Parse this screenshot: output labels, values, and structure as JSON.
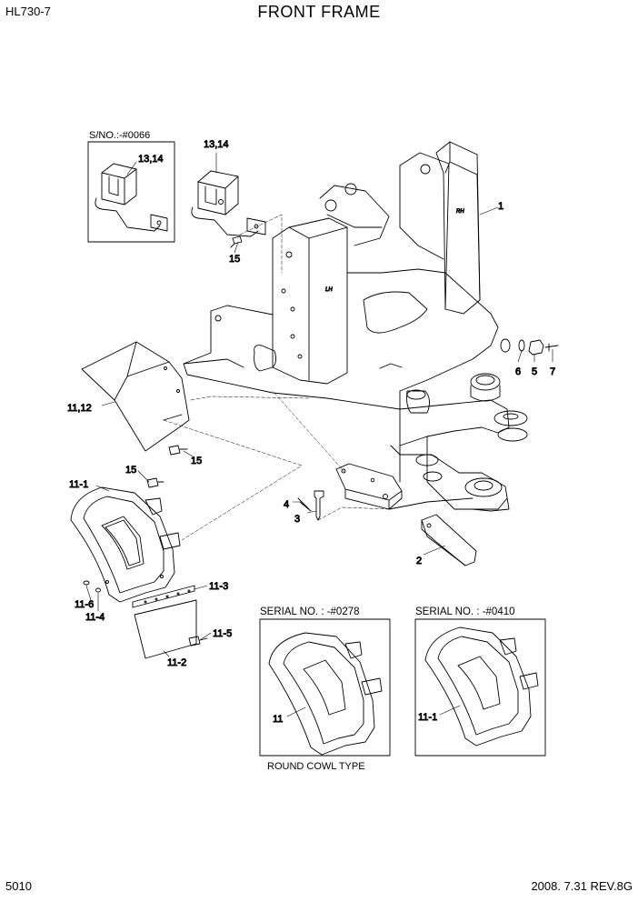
{
  "header": {
    "model": "HL730-7",
    "title": "FRONT FRAME"
  },
  "footer": {
    "page_number": "5010",
    "revision": "2008. 7.31  REV.8G"
  },
  "insets": {
    "serial_inset_label": "S/NO.:-#0066",
    "round_cowl_serial": "SERIAL NO. : -#0278",
    "right_cowl_serial": "SERIAL NO. : -#0410",
    "round_cowl_caption": "ROUND COWL TYPE"
  },
  "frame_marks": {
    "rh": "RH",
    "lh": "LH"
  },
  "callouts": {
    "c1": "1",
    "c2": "2",
    "c3": "3",
    "c4": "4",
    "c5": "5",
    "c6": "6",
    "c7": "7",
    "c13a": "13,14",
    "c13b": "13,14",
    "c15a": "15",
    "c15b": "15",
    "c15c": "15",
    "c11_12": "11,12",
    "c11_1": "11-1",
    "c11_2": "11-2",
    "c11_3": "11-3",
    "c11_4": "11-4",
    "c11_5": "11-5",
    "c11_6": "11-6",
    "c11_round": "11",
    "c11_1_inset": "11-1"
  }
}
